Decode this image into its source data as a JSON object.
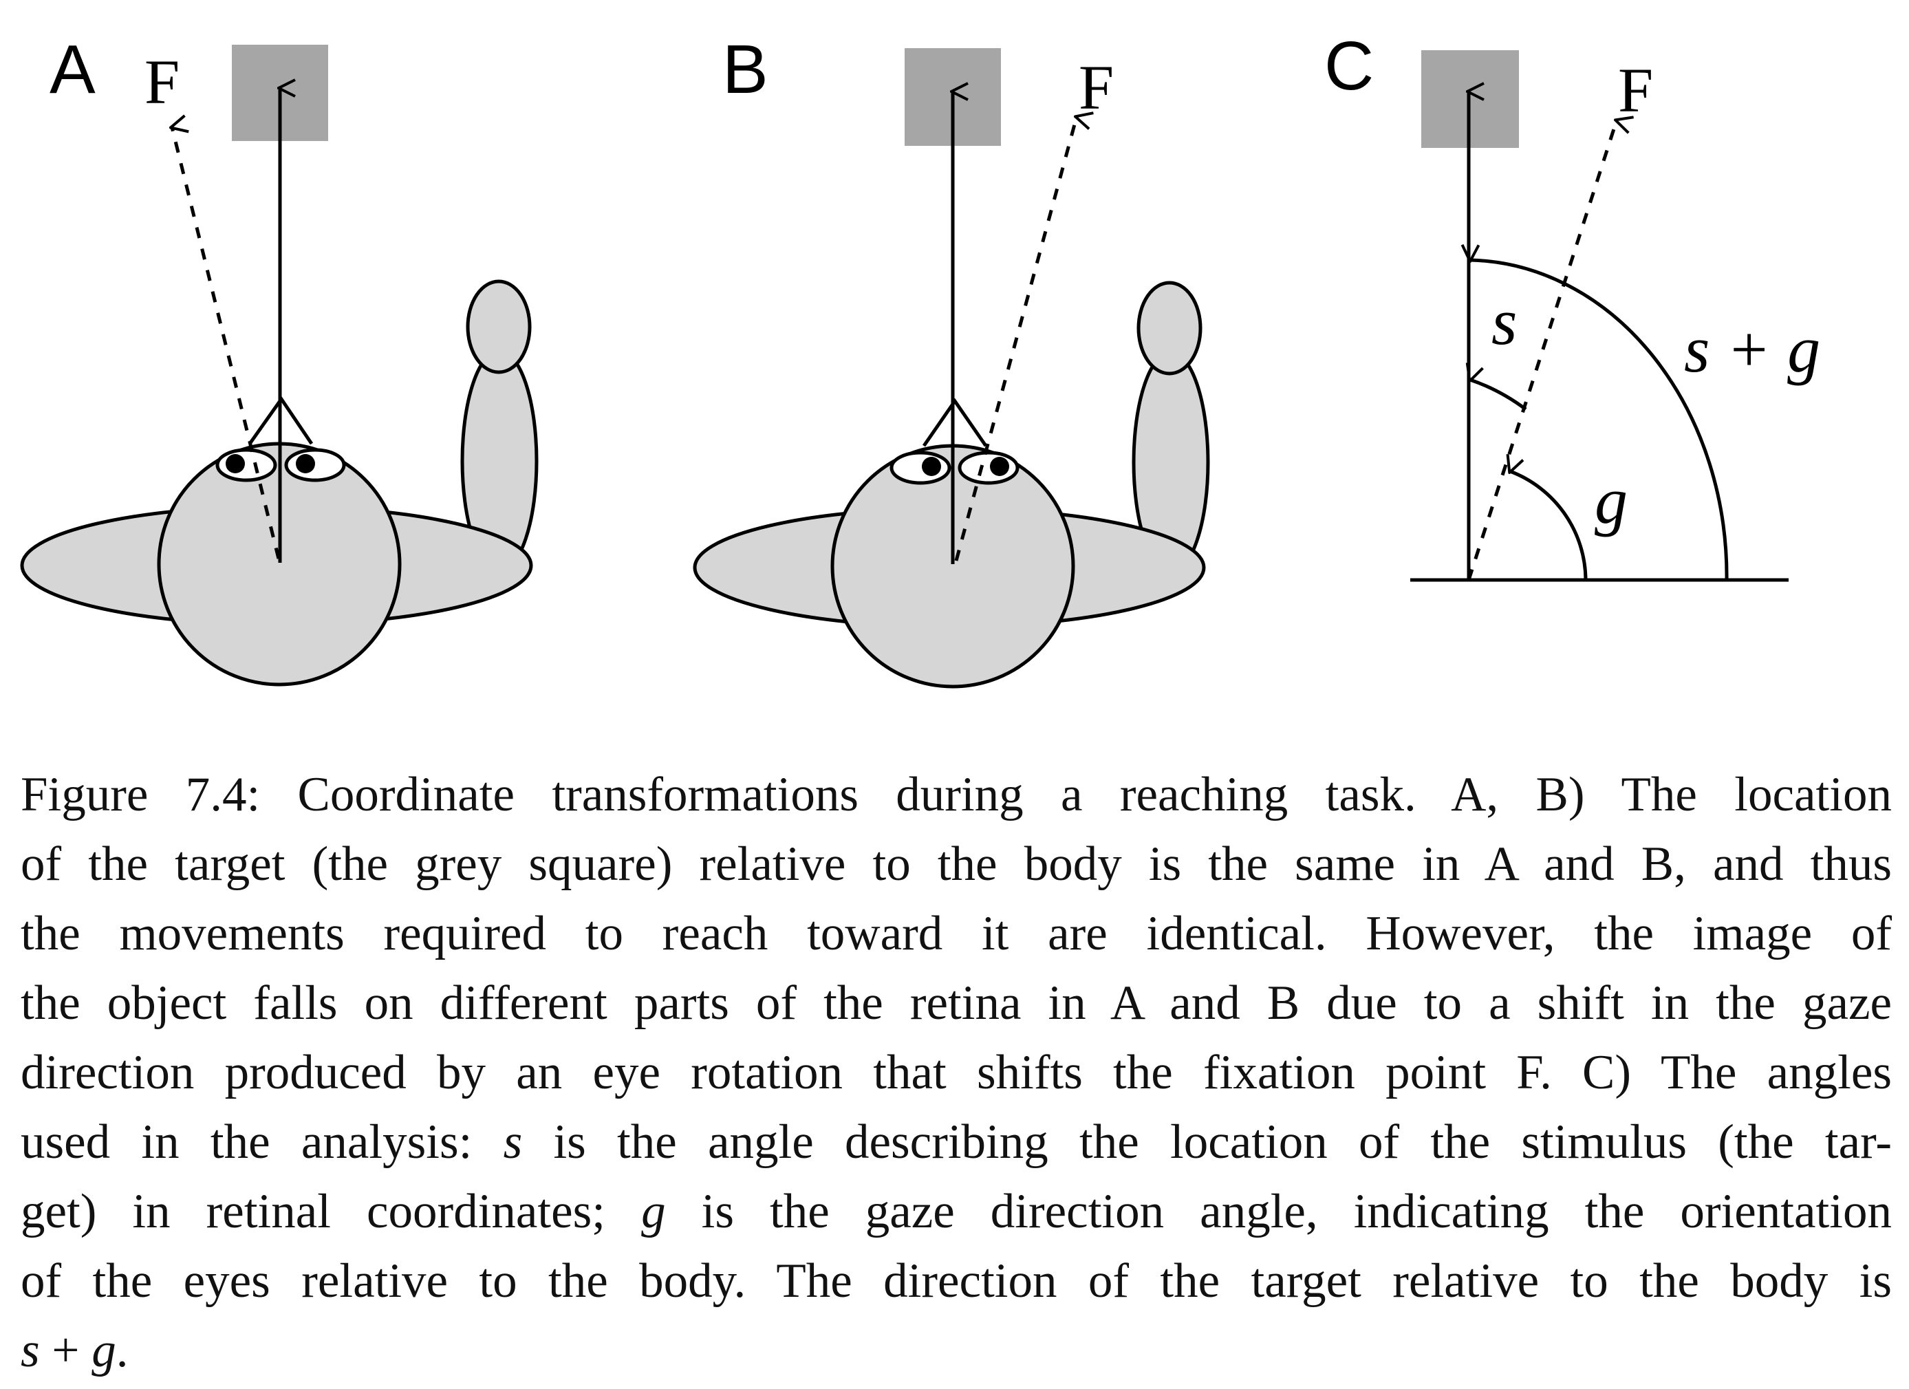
{
  "figure": {
    "panels": [
      {
        "label": "A",
        "fixation_label": "F"
      },
      {
        "label": "B",
        "fixation_label": "F"
      },
      {
        "label": "C",
        "fixation_label": "F"
      }
    ],
    "angles": {
      "s": "s",
      "g": "g",
      "s_plus_g": "s + g"
    },
    "colors": {
      "target_square": "#a6a6a6",
      "body_fill": "#d6d6d6",
      "stroke": "#000000"
    }
  },
  "caption": {
    "line1_prefix": "Figure 7.4:",
    "line1_text": " Coordinate transformations during a reaching task. A, B) The location",
    "line2": "of the target (the grey square) relative to the body is the same in A and B, and thus",
    "line3": "the movements required to reach toward it are identical.  However, the image of",
    "line4": "the object falls on different parts of the retina in A and B due to a shift in the gaze",
    "line5": "direction produced by an eye rotation that shifts the fixation point F. C) The angles",
    "line6_a": "used in the analysis: ",
    "line6_s": "s",
    "line6_b": " is the angle describing the location of the stimulus (the tar-",
    "line7_a": "get) in retinal coordinates; ",
    "line7_g": "g",
    "line7_b": " is the gaze direction angle, indicating the orientation",
    "line8": "of the eyes relative to the body.  The direction of the target relative to the body is",
    "line9_s": "s",
    "line9_op": " + ",
    "line9_g": "g",
    "line9_end": "."
  }
}
